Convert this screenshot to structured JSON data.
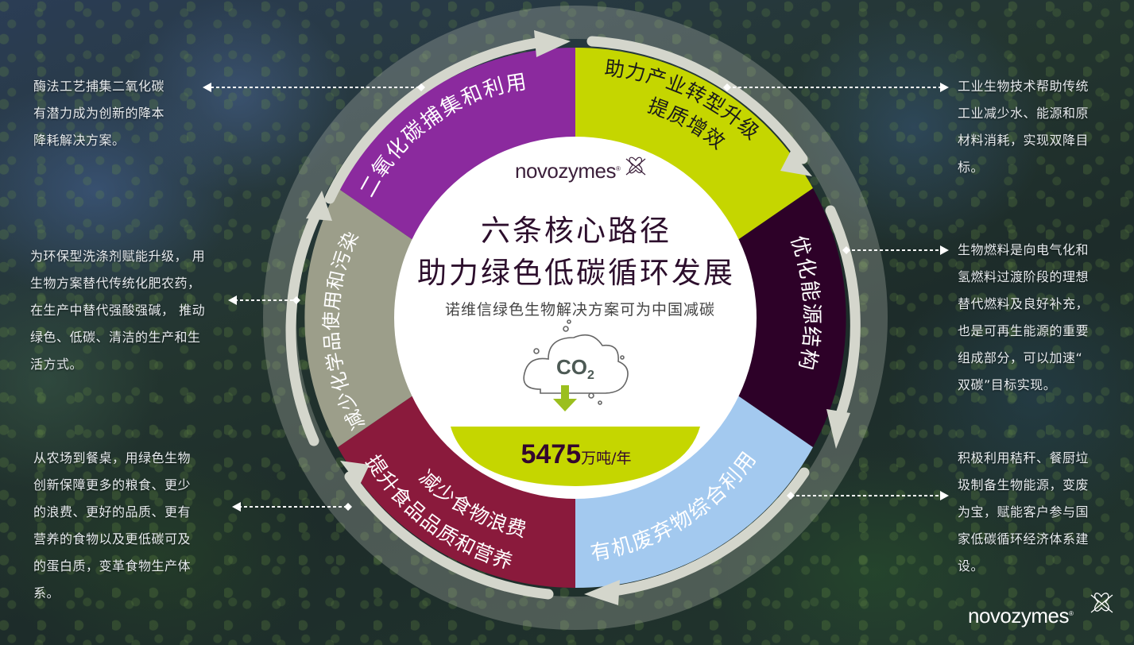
{
  "brand": {
    "name": "novozymes",
    "registered_mark": "®"
  },
  "center": {
    "title_line1": "六条核心路径",
    "title_line2": "助力绿色低碳循环发展",
    "subtitle": "诺维信绿色生物解决方案可为中国减碳",
    "co2_label": "CO",
    "co2_subscript": "2",
    "stat_value": "5475",
    "stat_unit": "万吨/年"
  },
  "segments": [
    {
      "id": "co2-capture",
      "label": "二氧化碳捕集和利用",
      "color": "#8b2a9e",
      "text_color": "#ffffff"
    },
    {
      "id": "industry-upgrade",
      "label_line1": "助力产业转型升级",
      "label_line2": "提质增效",
      "color": "#c5d600",
      "text_color": "#1a1a1a"
    },
    {
      "id": "energy-structure",
      "label": "优化能源结构",
      "color": "#2d0128",
      "text_color": "#ffffff"
    },
    {
      "id": "organic-waste",
      "label": "有机废弃物综合利用",
      "color": "#a3c9ef",
      "text_color": "#ffffff"
    },
    {
      "id": "food-waste",
      "label_line1": "减少食物浪费",
      "label_line2": "提升食品品质和营养",
      "color": "#8a1a3c",
      "text_color": "#ffffff"
    },
    {
      "id": "chemical-reduction",
      "label": "减少化学品使用和污染",
      "color": "#9c9e8a",
      "text_color": "#ffffff"
    }
  ],
  "notes": {
    "top_left": "酶法工艺捕集二氧化碳\n有潜力成为创新的降本\n降耗解决方案。",
    "middle_left": "为环保型洗涤剂赋能升级， 用\n生物方案替代传统化肥农药，\n在生产中替代强酸强碱， 推动\n绿色、低碳、清洁的生产和生\n活方式。",
    "bottom_left": "从农场到餐桌，用绿色生物\n创新保障更多的粮食、更少\n的浪费、更好的品质、更有\n营养的食物以及更低碳可及\n的蛋白质，变革食物生产体\n系。",
    "top_right": "工业生物技术帮助传统\n工业减少水、能源和原\n材料消耗，实现双降目\n标。",
    "middle_right": "生物燃料是向电气化和\n氢燃料过渡阶段的理想\n替代燃料及良好补充，\n也是可再生能源的重要\n组成部分，可以加速“\n双碳”目标实现。",
    "bottom_right": "积极利用秸秆、餐厨垃\n圾制备生物能源，变废\n为宝，赋能客户参与国\n家低碳循环经济体系建\n设。"
  },
  "colors": {
    "ring_arrow": "#d4d6cc",
    "outer_ring": "rgba(200,205,195,0.35)",
    "center_fill": "#ffffff",
    "stat_band": "#c5d600",
    "co2_arrow": "#9bbf1e",
    "co2_text": "#4d5a55",
    "title_text": "#2c0e2c"
  }
}
